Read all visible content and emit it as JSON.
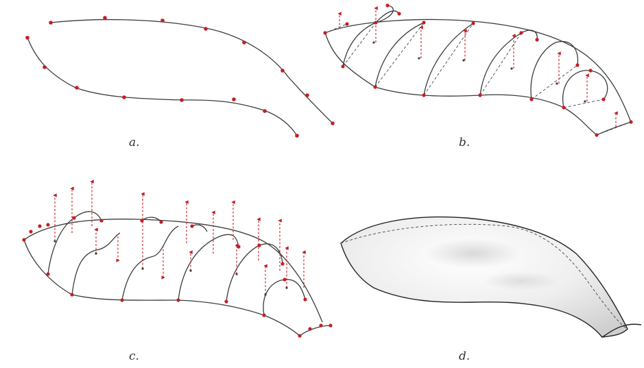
{
  "captions": {
    "a": "a.",
    "b": "b.",
    "c": "c.",
    "d": "d."
  },
  "colors": {
    "curve": "#3a3a3a",
    "control_point": "#c41e24",
    "surface_fill": "#e8e8e8",
    "surface_edge": "#222222"
  }
}
